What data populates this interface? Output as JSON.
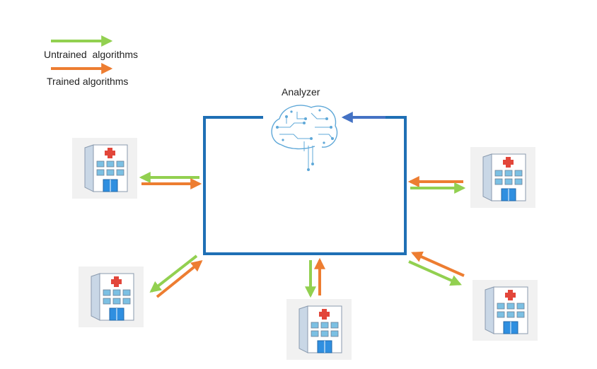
{
  "legend": {
    "untrained_label": "Untrained  algorithms",
    "trained_label": "Trained algorithms",
    "untrained_color": "#92d050",
    "trained_color": "#ed7d31"
  },
  "analyzer": {
    "label": "Analyzer",
    "icon": "brain-circuit-icon",
    "box_color": "#1f6fb5",
    "return_arrow_color": "#4472c4"
  },
  "hospitals": {
    "icon": "hospital-icon",
    "count": 5
  }
}
